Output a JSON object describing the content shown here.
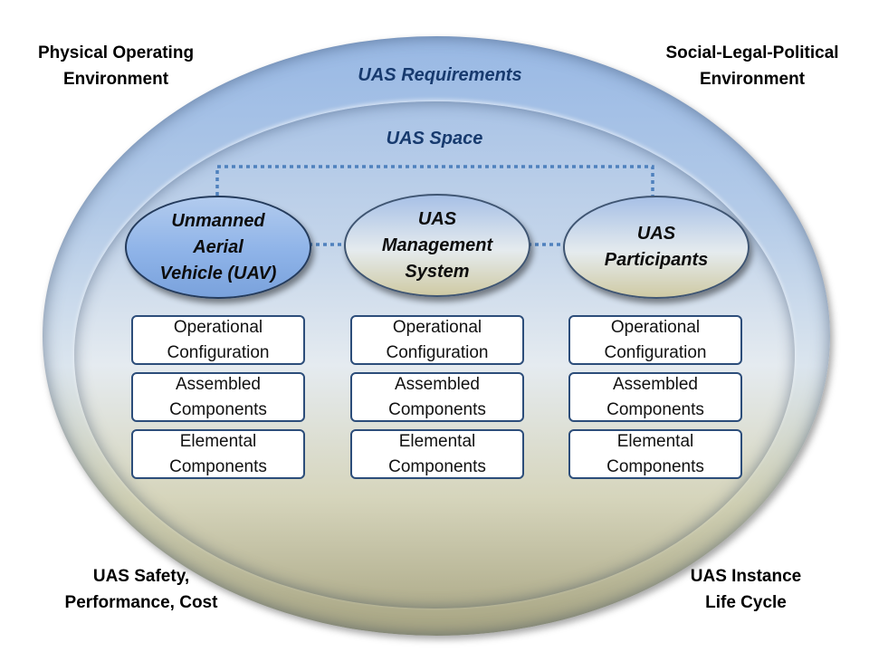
{
  "corners": {
    "top_left": [
      "Physical Operating",
      "Environment"
    ],
    "top_right": [
      "Social-Legal-Political",
      "Environment"
    ],
    "bottom_left": [
      "UAS Safety,",
      "Performance, Cost"
    ],
    "bottom_right": [
      "UAS Instance",
      "Life Cycle"
    ]
  },
  "outer_title": "UAS Requirements",
  "inner_title": "UAS Space",
  "nodes": [
    {
      "lines": [
        "Unmanned",
        "Aerial",
        "Vehicle (UAV)"
      ],
      "highlighted": true,
      "color": "#8eb3e8"
    },
    {
      "lines": [
        "UAS",
        "Management",
        "System"
      ],
      "highlighted": false
    },
    {
      "lines": [
        "UAS",
        "Participants"
      ],
      "highlighted": false
    }
  ],
  "columns": [
    {
      "boxes": [
        [
          "Operational",
          "Configuration"
        ],
        [
          "Assembled",
          "Components"
        ],
        [
          "Elemental",
          "Components"
        ]
      ]
    },
    {
      "boxes": [
        [
          "Operational",
          "Configuration"
        ],
        [
          "Assembled",
          "Components"
        ],
        [
          "Elemental",
          "Components"
        ]
      ]
    },
    {
      "boxes": [
        [
          "Operational",
          "Configuration"
        ],
        [
          "Assembled",
          "Components"
        ],
        [
          "Elemental",
          "Components"
        ]
      ]
    }
  ],
  "colors": {
    "connector": "#4f81bd",
    "box_border": "#2c4d7a",
    "title_text": "#173a6e"
  }
}
